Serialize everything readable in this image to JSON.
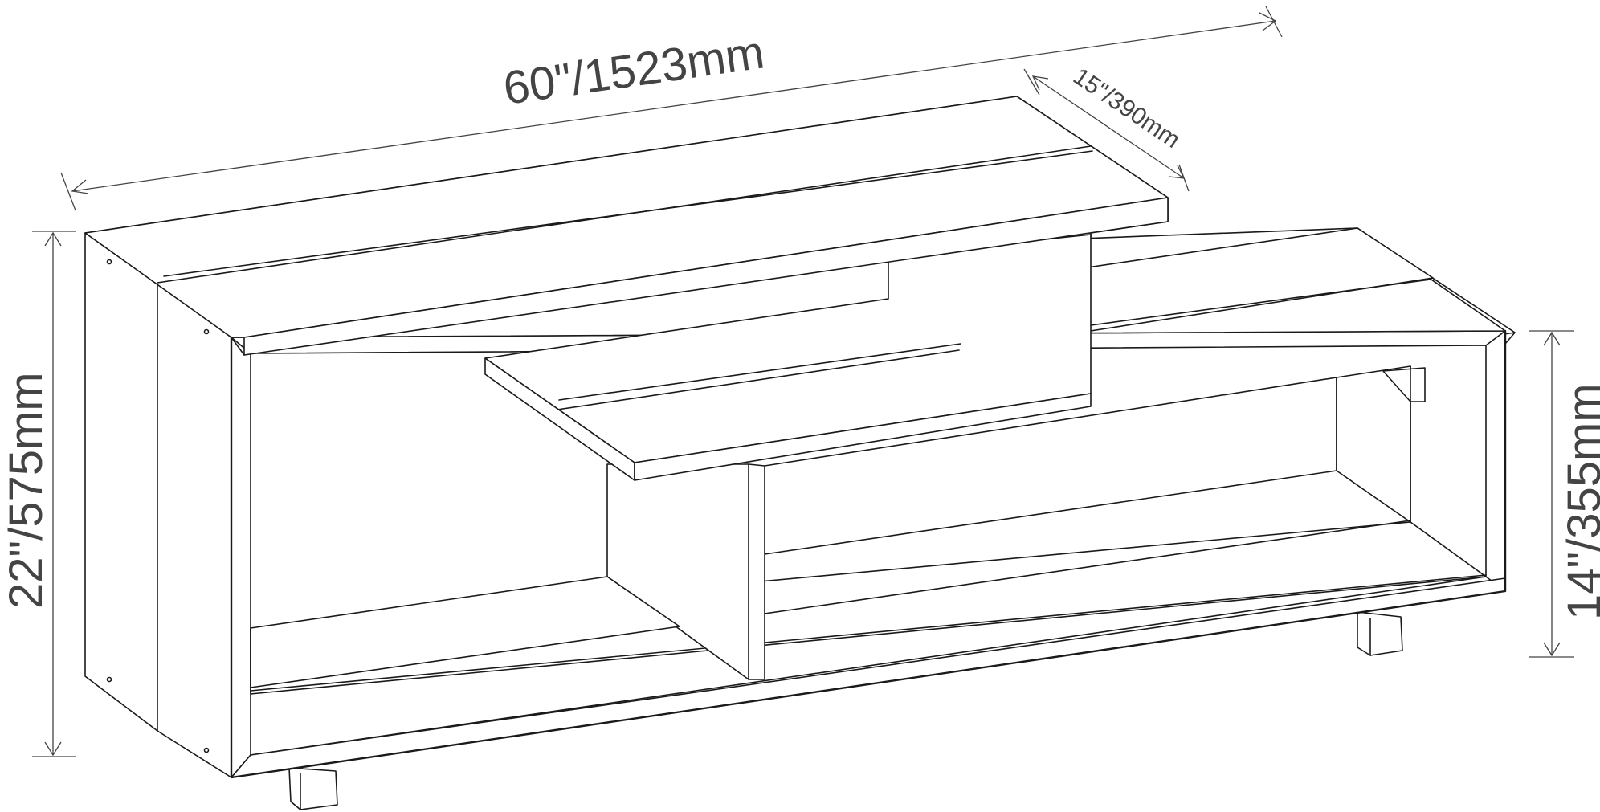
{
  "diagram": {
    "subject": "TV stand",
    "line_color": "#1a1a1a",
    "dimension_color": "#444444",
    "dimensions": {
      "width": "60\"/1523mm",
      "depth": "15\"/390mm",
      "height": "22\"/575mm",
      "shelf_height": "14\"/355mm"
    }
  }
}
